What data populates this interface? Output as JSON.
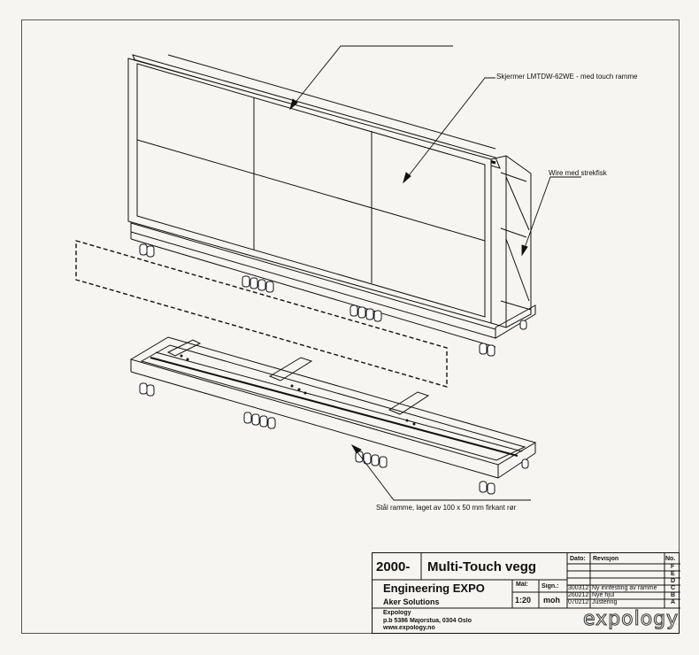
{
  "callouts": {
    "screen": "Skjermer LMTDW-62WE - med touch ramme",
    "wire": "Wire med strekfisk",
    "frame": "Stål ramme, laget av 100 x 50 mm firkant rør"
  },
  "title_block": {
    "number": "2000-",
    "title": "Multi-Touch vegg",
    "company": "Engineering EXPO",
    "client": "Aker Solutions",
    "scale_label": "Mål:",
    "scale_value": "1:20",
    "sign_label": "Sign.:",
    "sign_value": "moh",
    "address_name": "Expology",
    "address_line1": "p.b 5386 Majorstua, 0304 Oslo",
    "address_line2": "www.expology.no",
    "logo_text": "expology",
    "rev_headers": {
      "date": "Dato:",
      "revision": "Revisjon",
      "no": "No."
    },
    "revisions": [
      {
        "no": "F",
        "date": "",
        "text": ""
      },
      {
        "no": "E",
        "date": "",
        "text": ""
      },
      {
        "no": "D",
        "date": "",
        "text": ""
      },
      {
        "no": "C",
        "date": "300312",
        "text": "Ny innfesting av ramme"
      },
      {
        "no": "B",
        "date": "260212",
        "text": "Nye hjul"
      },
      {
        "no": "A",
        "date": "070212",
        "text": "Justering"
      }
    ]
  }
}
